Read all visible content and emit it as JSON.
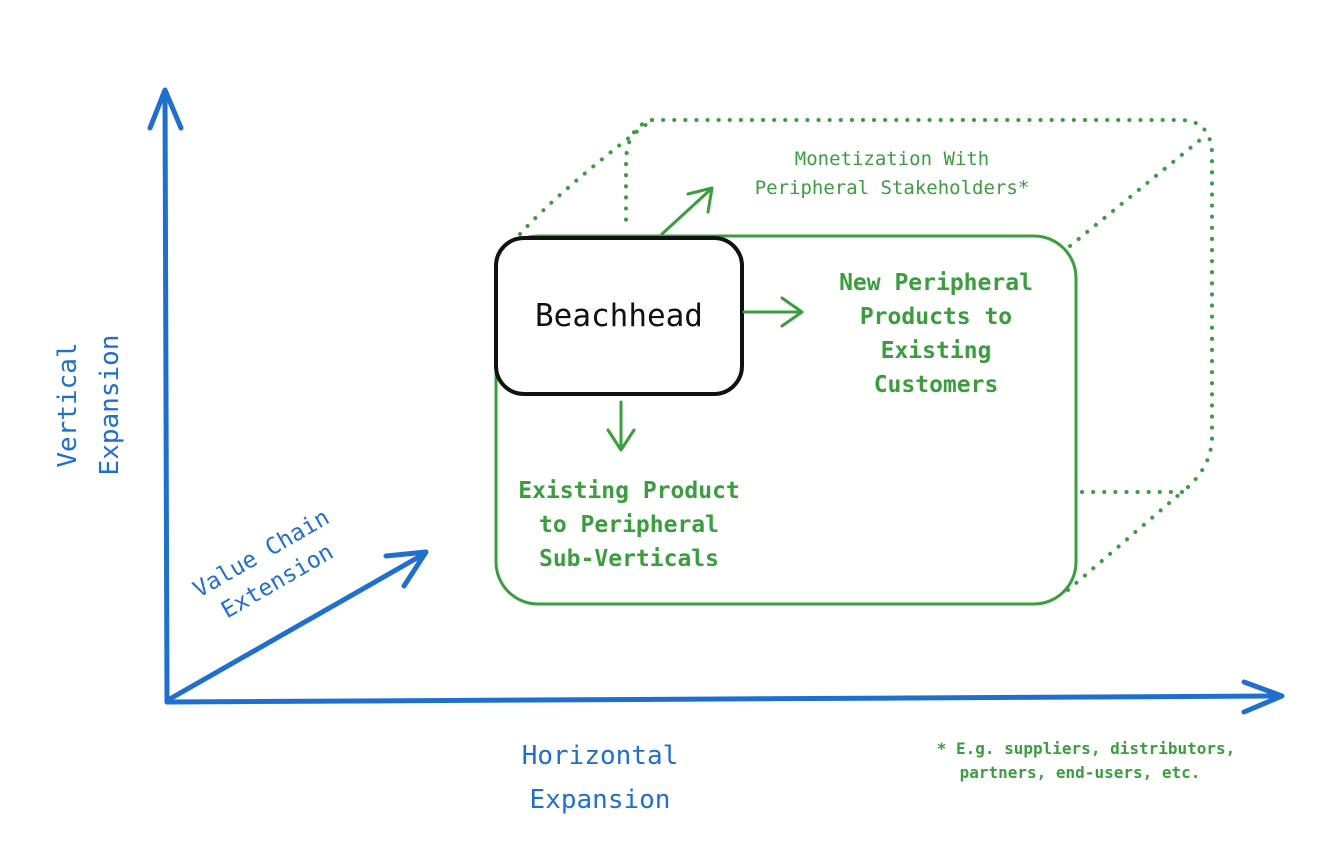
{
  "axes": {
    "vertical": [
      "Vertical",
      "Expansion"
    ],
    "horizontal": [
      "Horizontal",
      "Expansion"
    ],
    "value_chain": [
      "Value Chain",
      "Extension"
    ]
  },
  "beachhead": "Beachhead",
  "boxes": {
    "monetization": [
      "Monetization With",
      "Peripheral Stakeholders*"
    ],
    "new_products": [
      "New Peripheral",
      "Products to",
      "Existing",
      "Customers"
    ],
    "existing_product": [
      "Existing Product",
      "to Peripheral",
      "Sub-Verticals"
    ]
  },
  "footnote": [
    "* E.g. suppliers, distributors,",
    "partners, end-users, etc."
  ],
  "colors": {
    "axis": "#1f6fcf",
    "expansion": "#3a9e3e",
    "beachhead": "#111111"
  }
}
